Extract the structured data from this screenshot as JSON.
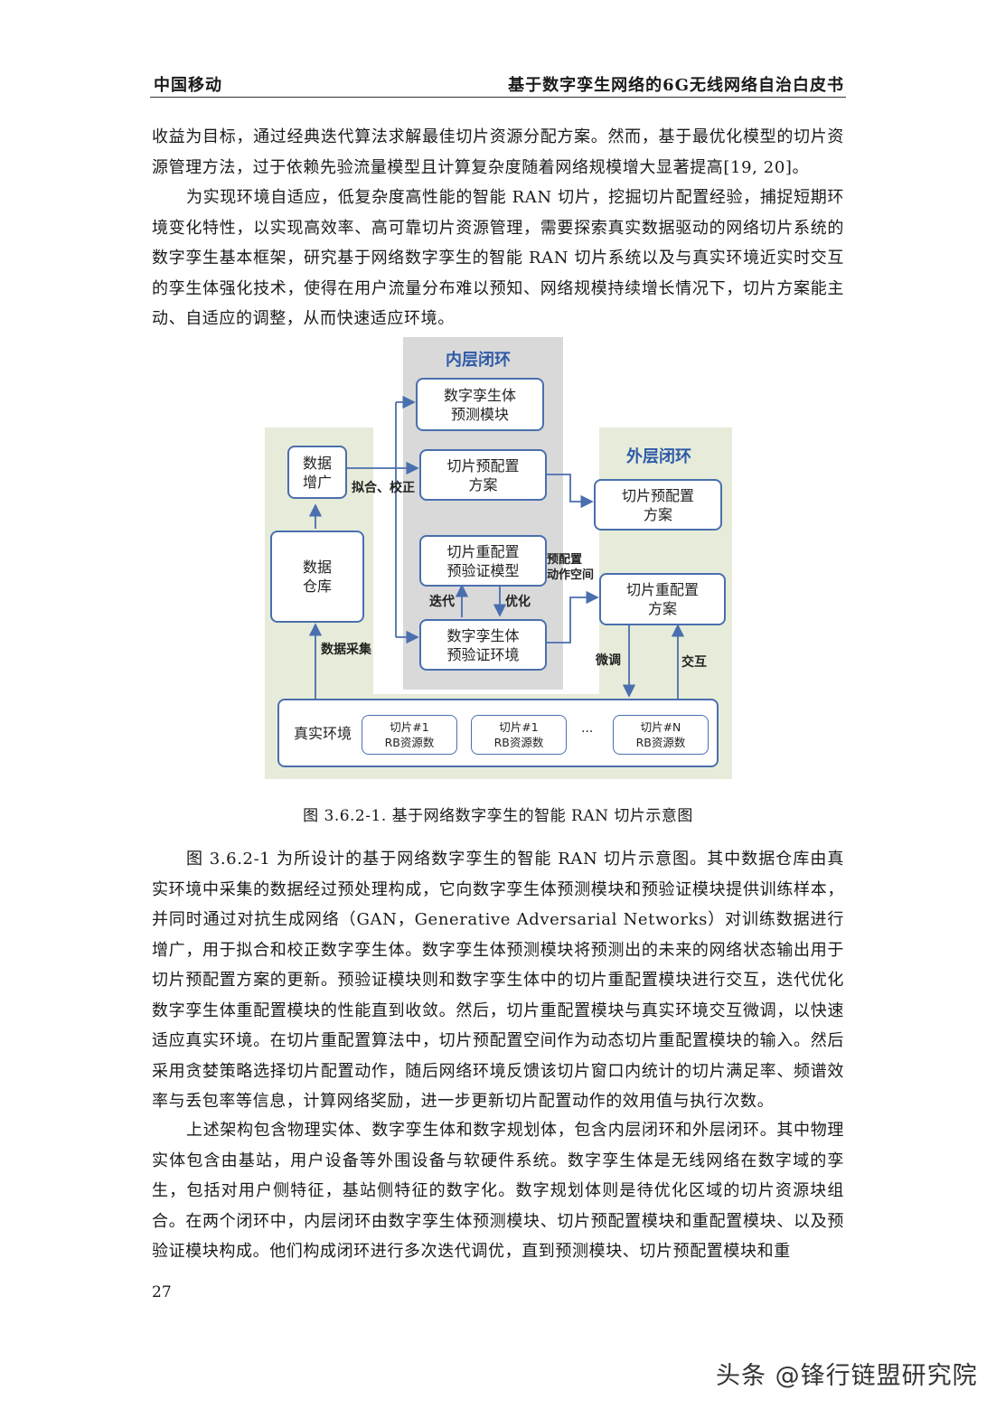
{
  "header": {
    "left": "中国移动",
    "right": "基于数字孪生网络的6G无线网络自治白皮书"
  },
  "paragraphs_top": [
    "收益为目标，通过经典迭代算法求解最佳切片资源分配方案。然而，基于最优化模型的切片资源管理方法，过于依赖先验流量模型且计算复杂度随着网络规模增大显著提高[19, 20]。",
    "为实现环境自适应，低复杂度高性能的智能 RAN 切片，挖掘切片配置经验，捕捉短期环境变化特性，以实现高效率、高可靠切片资源管理，需要探索真实数据驱动的网络切片系统的数字孪生基本框架，研究基于网络数字孪生的智能 RAN 切片系统以及与真实环境近实时交互的孪生体强化技术，使得在用户流量分布难以预知、网络规模持续增长情况下，切片方案能主动、自适应的调整，从而快速适应环境。"
  ],
  "figure": {
    "inner_loop_title": "内层闭环",
    "outer_loop_title": "外层闭环",
    "boxes": {
      "data_aug": "数据\n增广",
      "data_warehouse": "数据\n仓库",
      "twin_predict": "数字孪生体\n预测模块",
      "inner_preconfig": "切片预配置\n方案",
      "inner_reconfig_model": "切片重配置\n预验证模型",
      "twin_verify_env": "数字孪生体\n预验证环境",
      "outer_preconfig": "切片预配置\n方案",
      "outer_reconfig": "切片重配置\n方案",
      "slice_a": "切片#1\nRB资源数",
      "slice_b": "切片#1\nRB资源数",
      "slice_n": "切片#N\nRB资源数"
    },
    "labels": {
      "fit_correct": "拟合、校正",
      "data_collect": "数据采集",
      "iterate": "迭代",
      "optimize": "优化",
      "preconfig_space": "预配置\n动作空间",
      "fine_tune": "微调",
      "interact": "交互",
      "real_env": "真实环境",
      "ellipsis": "..."
    },
    "colors": {
      "outer_zone": "#e6ecd9",
      "inner_zone": "#d9d9d9",
      "box_border": "#4a6fae",
      "title": "#2e5aa8"
    }
  },
  "caption": "图 3.6.2-1. 基于网络数字孪生的智能 RAN 切片示意图",
  "paragraphs_bottom": [
    "图 3.6.2-1 为所设计的基于网络数字孪生的智能 RAN 切片示意图。其中数据仓库由真实环境中采集的数据经过预处理构成，它向数字孪生体预测模块和预验证模块提供训练样本，并同时通过对抗生成网络（GAN，Generative Adversarial Networks）对训练数据进行增广，用于拟合和校正数字孪生体。数字孪生体预测模块将预测出的未来的网络状态输出用于切片预配置方案的更新。预验证模块则和数字孪生体中的切片重配置模块进行交互，迭代优化数字孪生体重配置模块的性能直到收敛。然后，切片重配置模块与真实环境交互微调，以快速适应真实环境。在切片重配置算法中，切片预配置空间作为动态切片重配置模块的输入。然后采用贪婪策略选择切片配置动作，随后网络环境反馈该切片窗口内统计的切片满足率、频谱效率与丢包率等信息，计算网络奖励，进一步更新切片配置动作的效用值与执行次数。",
    "上述架构包含物理实体、数字孪生体和数字规划体，包含内层闭环和外层闭环。其中物理实体包含由基站，用户设备等外围设备与软硬件系统。数字孪生体是无线网络在数字域的孪生，包括对用户侧特征，基站侧特征的数字化。数字规划体则是待优化区域的切片资源块组合。在两个闭环中，内层闭环由数字孪生体预测模块、切片预配置模块和重配置模块、以及预验证模块构成。他们构成闭环进行多次迭代调优，直到预测模块、切片预配置模块和重"
  ],
  "page_number": "27",
  "watermark": "头条 @锋行链盟研究院"
}
